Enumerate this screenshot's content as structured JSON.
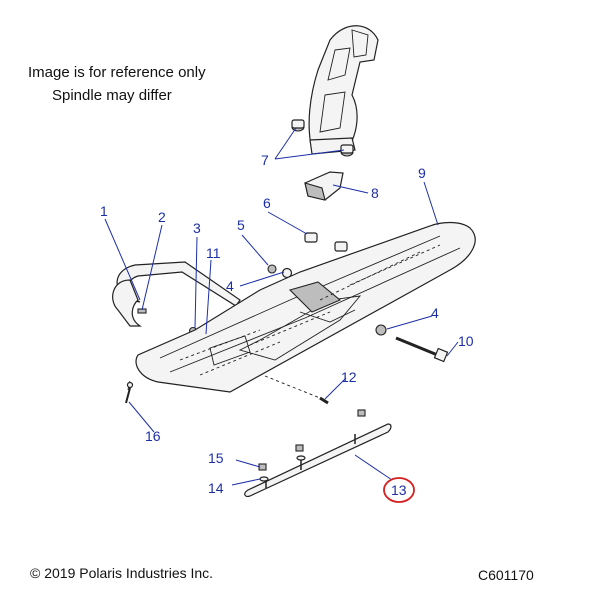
{
  "notes": {
    "line1": "Image is for reference only",
    "line2": "Spindle may differ"
  },
  "footer": {
    "copyright": "© 2019 Polaris Industries Inc.",
    "diagram_code": "C601170"
  },
  "callouts": {
    "c1": "1",
    "c2": "2",
    "c3": "3",
    "c4a": "4",
    "c4b": "4",
    "c5": "5",
    "c6": "6",
    "c7": "7",
    "c8": "8",
    "c9": "9",
    "c10": "10",
    "c11": "11",
    "c12": "12",
    "c13": "13",
    "c14": "14",
    "c15": "15",
    "c16": "16"
  },
  "highlight": {
    "part": "13",
    "color": "#d42020"
  },
  "callout_color": "#1d2fa8"
}
